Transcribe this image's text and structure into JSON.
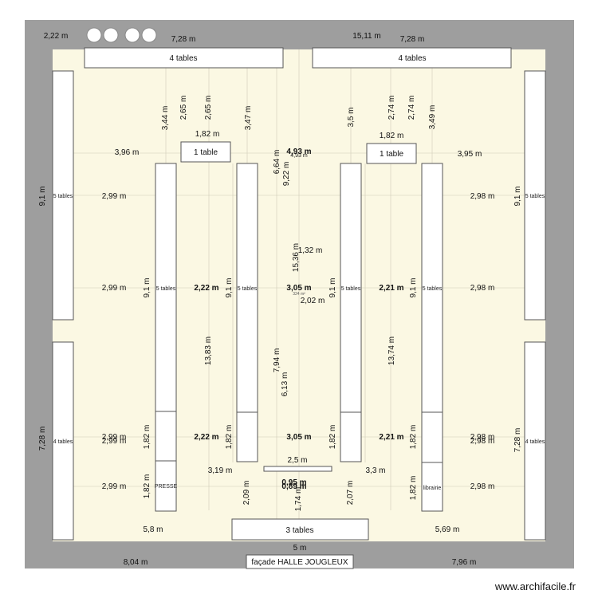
{
  "walls": {
    "top_left": "2,22 m",
    "top_1": "7,28 m",
    "top_2": "15,11 m",
    "top_3": "7,28 m",
    "left_upper": "9,1 m",
    "left_lower": "7,28 m",
    "right_upper": "9,1 m",
    "right_lower": "7,28 m",
    "bottom_left": "8,04 m",
    "bottom_center": "5 m",
    "bottom_right": "7,96 m"
  },
  "tables": {
    "top_left": "4 tables",
    "top_right": "4 tables",
    "center_left": "1 table",
    "center_right": "1 table",
    "side_left_upper": "5 tables",
    "side_left_lower": "4 tables",
    "side_right_upper": "5 tables",
    "side_right_lower": "4 tables",
    "col1": "5 tables",
    "col2": "5 tables",
    "col3": "5 tables",
    "col4": "5 tables",
    "col1_bottom": "PRESSE",
    "col4_bottom": "librairie",
    "bottom": "3 tables",
    "facade": "façade HALLE JOUGLEUX"
  },
  "dimensions": {
    "v_3_44": "3,44 m",
    "v_2_65a": "2,65 m",
    "v_2_65b": "2,65 m",
    "v_3_47": "3,47 m",
    "v_3_5": "3,5 m",
    "v_2_74a": "2,74 m",
    "v_2_74b": "2,74 m",
    "v_3_49": "3,49 m",
    "h_1_82a": "1,82 m",
    "h_1_82b": "1,82 m",
    "h_3_96": "3,96 m",
    "h_4_93": "4,93 m",
    "h_4_93_ghost": "4,93 m",
    "h_3_95": "3,95 m",
    "v_6_64": "6,64 m",
    "v_9_22": "9,22 m",
    "h_2_99_a": "2,99 m",
    "h_2_98_a": "2,98 m",
    "h_2_99_b": "2,99 m",
    "v_9_1_c1": "9,1 m",
    "h_2_22_a": "2,22 m",
    "v_9_1_c2": "9,1 m",
    "h_3_05_a": "3,05 m",
    "v_9_1_c3": "9,1 m",
    "h_2_21_a": "2,21 m",
    "v_9_1_c4": "9,1 m",
    "h_2_98_b": "2,98 m",
    "v_15_36": "15,36 m",
    "h_1_32": "1,32 m",
    "h_2_02": "2,02 m",
    "tiny_324": "324 m²",
    "v_13_83": "13,83 m",
    "v_7_94": "7,94 m",
    "v_6_13": "6,13 m",
    "v_13_74": "13,74 m",
    "h_2_99_c": "2,99 m",
    "h_2_99_c_ghost": "2,99 m",
    "v_1_82_c1": "1,82 m",
    "h_2_22_b": "2,22 m",
    "v_1_82_c2": "1,82 m",
    "h_3_05_b": "3,05 m",
    "v_1_82_c3": "1,82 m",
    "h_2_21_b": "2,21 m",
    "v_1_82_c4": "1,82 m",
    "h_2_98_c": "2,98 m",
    "h_2_98_c_ghost": "2,98 m",
    "h_2_5": "2,5 m",
    "h_3_19": "3,19 m",
    "h_3_3": "3,3 m",
    "h_2_99_d": "2,99 m",
    "v_1_82_p": "1,82 m",
    "v_2_09": "2,09 m",
    "h_0_89": "0,89 m",
    "h_0_89_ghost": "0,95 m",
    "v_1_74": "1,74 m",
    "v_2_07": "2,07 m",
    "v_1_82_l": "1,82 m",
    "h_2_98_d": "2,98 m",
    "h_5_8": "5,8 m",
    "h_5_69": "5,69 m"
  },
  "watermark": "www.archifacile.fr",
  "colors": {
    "wall": "#9e9e9e",
    "floor": "#fbf8e3",
    "furniture": "#ffffff",
    "outline": "#555555",
    "guide": "#cccccc"
  }
}
